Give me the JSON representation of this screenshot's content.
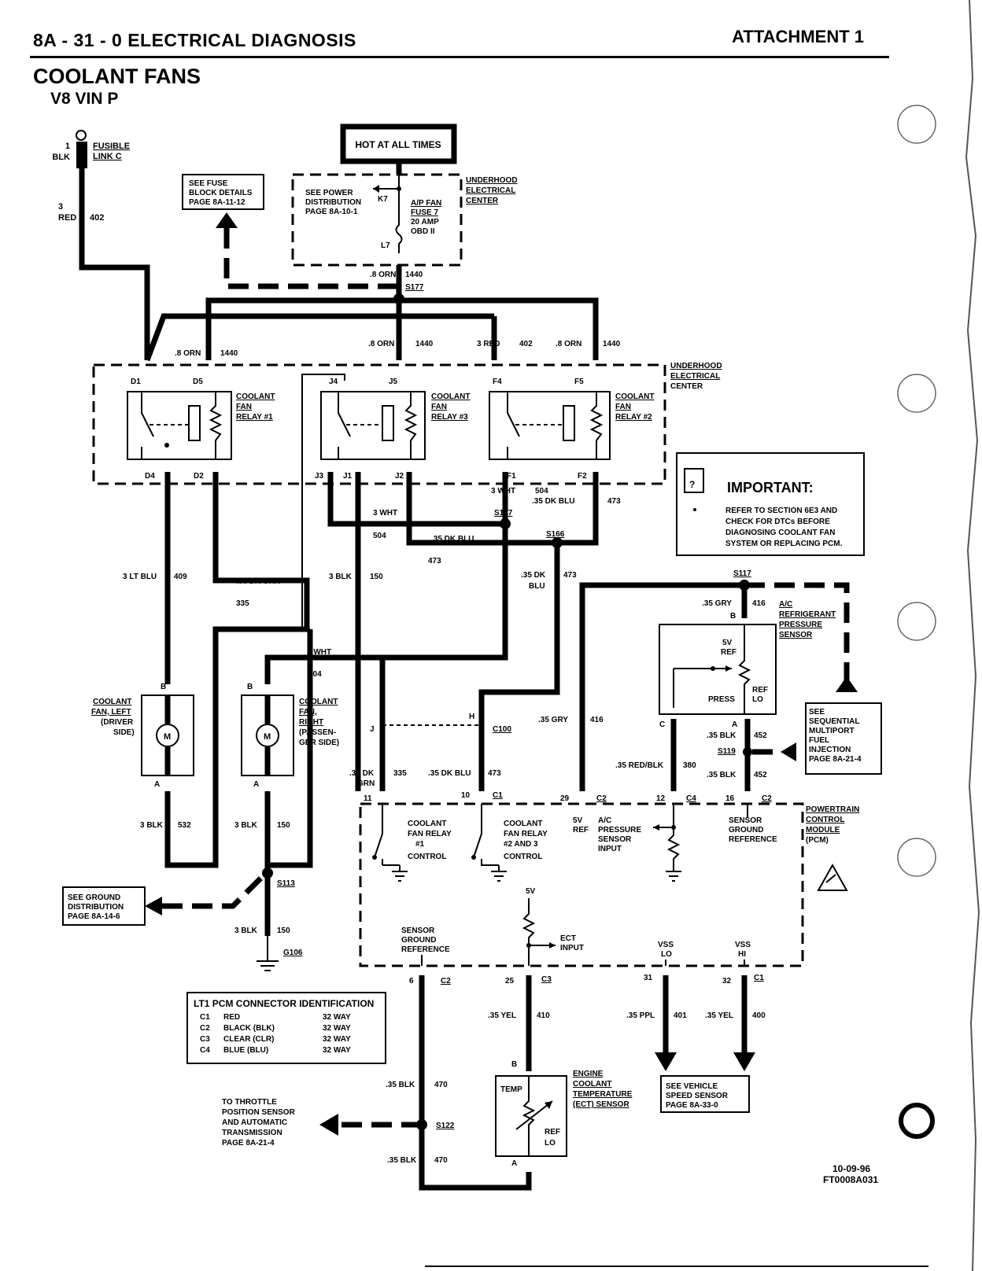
{
  "header": {
    "left": "8A - 31 - 0  ELECTRICAL DIAGNOSIS",
    "right": "ATTACHMENT 1"
  },
  "title": "COOLANT FANS",
  "subtitle": "V8 VIN P",
  "power": {
    "hot_label": "HOT AT ALL TIMES",
    "fusible_link": "FUSIBLE LINK C",
    "fusible_pin": "1",
    "fusible_color": "BLK",
    "see_power_dist": "SEE POWER DISTRIBUTION PAGE 8A-10-1",
    "fuse": "A/P FAN FUSE 7 20 AMP OBD II",
    "k7": "K7",
    "l7": "L7",
    "underhood": "UNDERHOOD ELECTRICAL CENTER",
    "see_fuse_block": "SEE FUSE BLOCK DETAILS PAGE 8A-11-12"
  },
  "relays": [
    {
      "name": "COOLANT FAN RELAY #1"
    },
    {
      "name": "COOLANT FAN RELAY #3"
    },
    {
      "name": "COOLANT FAN RELAY #2"
    }
  ],
  "important": {
    "heading": "IMPORTANT:",
    "lines": [
      "REFER TO SECTION 6E3 AND",
      "CHECK FOR DTCs BEFORE",
      "DIAGNOSING COOLANT FAN",
      "SYSTEM OR REPLACING PCM."
    ]
  },
  "fans": {
    "left": "COOLANT FAN, LEFT (DRIVER SIDE)",
    "right": "COOLANT FAN, RIGHT (PASSEN-GER SIDE)"
  },
  "sensors": {
    "ac": "A/C REFRIGERANT PRESSURE SENSOR",
    "ect": "ENGINE COOLANT TEMPERATURE (ECT) SENSOR"
  },
  "pcm": {
    "name": "POWERTRAIN CONTROL MODULE (PCM)",
    "relay1": "COOLANT FAN RELAY #1 CONTROL",
    "relay23": "COOLANT FAN RELAY #2 AND 3 CONTROL",
    "ac_input": "A/C PRESSURE SENSOR INPUT",
    "sensor_gnd": "SENSOR GROUND REFERENCE",
    "ect_input": "ECT INPUT",
    "vss_lo": "VSS LO",
    "vss_hi": "VSS HI"
  },
  "refs": {
    "ground_dist": "SEE GROUND DISTRIBUTION PAGE 8A-14-6",
    "sfi": "SEE SEQUENTIAL MULTIPORT FUEL INJECTION PAGE 8A-21-4",
    "throttle": "TO THROTTLE POSITION SENSOR AND AUTOMATIC TRANSMISSION PAGE 8A-21-4",
    "vss": "SEE VEHICLE SPEED SENSOR PAGE 8A-33-0"
  },
  "legend": {
    "title": "LT1  PCM CONNECTOR IDENTIFICATION",
    "rows": [
      {
        "c": "C1",
        "color": "RED",
        "way": "32 WAY"
      },
      {
        "c": "C2",
        "color": "BLACK (BLK)",
        "way": "32 WAY"
      },
      {
        "c": "C3",
        "color": "CLEAR (CLR)",
        "way": "32 WAY"
      },
      {
        "c": "C4",
        "color": "BLUE (BLU)",
        "way": "32 WAY"
      }
    ]
  },
  "footer": {
    "date": "10-09-96",
    "code": "FT0008A031"
  }
}
